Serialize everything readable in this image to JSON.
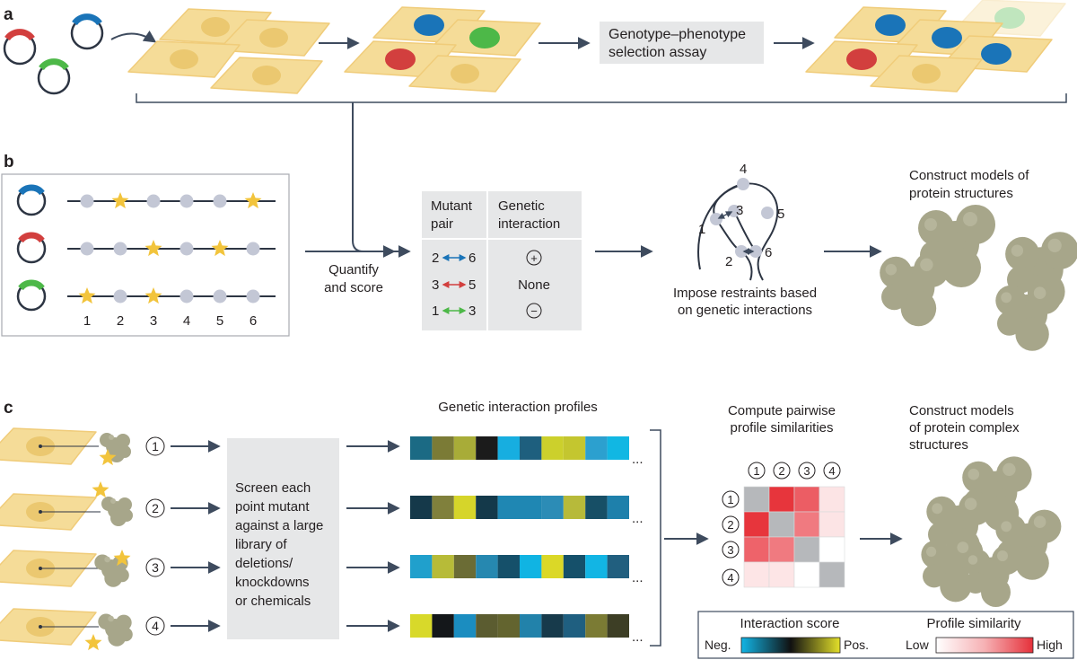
{
  "panels": {
    "a": {
      "label": "a",
      "assay": [
        "Genotype–phenotype",
        "selection assay"
      ]
    },
    "b": {
      "label": "b",
      "positions": [
        "1",
        "2",
        "3",
        "4",
        "5",
        "6"
      ],
      "quantify": [
        "Quantify",
        "and score"
      ],
      "table": {
        "header_col1": [
          "Mutant",
          "pair"
        ],
        "header_col2": [
          "Genetic",
          "interaction"
        ],
        "rows": [
          {
            "a": "2",
            "b": "6",
            "value": "+"
          },
          {
            "a": "3",
            "b": "5",
            "value": "None"
          },
          {
            "a": "1",
            "b": "3",
            "value": "−"
          }
        ]
      },
      "graph_nodes": [
        "4",
        "3",
        "5",
        "1",
        "6",
        "2"
      ],
      "restraints": [
        "Impose restraints based",
        "on genetic interactions"
      ],
      "models": [
        "Construct models of",
        "protein structures"
      ]
    },
    "c": {
      "label": "c",
      "mutant_ids": [
        "1",
        "2",
        "3",
        "4"
      ],
      "screen_text": [
        "Screen each",
        "point mutant",
        "against a large",
        "library of",
        "deletions/",
        "knockdowns",
        "or chemicals"
      ],
      "profiles_title": "Genetic interaction profiles",
      "ellipsis": "...",
      "pairwise": [
        "Compute pairwise",
        "profile similarities"
      ],
      "complex": [
        "Construct models",
        "of protein complex",
        "structures"
      ],
      "legend": {
        "interaction_title": "Interaction score",
        "neg": "Neg.",
        "pos": "Pos.",
        "similarity_title": "Profile similarity",
        "low": "Low",
        "high": "High"
      }
    }
  },
  "colors": {
    "cell_fill": "#f5dc98",
    "cell_nucleus": "#ebc870",
    "arrow": "#3e4b5e",
    "plasmid_blue": "#1a74b8",
    "plasmid_red": "#d23f3e",
    "plasmid_green": "#4db848",
    "bead": "#c3c7d5",
    "star": "#f2c43c",
    "protein": "#a7a68a",
    "box_grey": "#e6e7e8"
  },
  "profiles": [
    [
      "#1b6a84",
      "#7b7b36",
      "#a8ac38",
      "#1b1b1b",
      "#17aee0",
      "#1e5f7e",
      "#ccd02c",
      "#c4c62f",
      "#2ca0cf",
      "#11b7e3"
    ],
    [
      "#15394a",
      "#80803c",
      "#d6d52a",
      "#14394a",
      "#1f87b3",
      "#1f87b3",
      "#2c8cb6",
      "#b7ba3a",
      "#174f66",
      "#1e80ab"
    ],
    [
      "#20a0cc",
      "#b7bb38",
      "#6b6c35",
      "#2688b0",
      "#15506a",
      "#10b4e3",
      "#dbd827",
      "#15506a",
      "#12b5e4",
      "#215f7f"
    ],
    [
      "#d8d92a",
      "#14171a",
      "#1b8dc0",
      "#5b5c30",
      "#63642f",
      "#2282aa",
      "#173a4b",
      "#1f5f80",
      "#7b7b34",
      "#3d3e25"
    ]
  ],
  "similarity_matrix": [
    [
      "#b6b8bb",
      "#e7353c",
      "#ec5d64",
      "#fce4e5"
    ],
    [
      "#e7353c",
      "#b6b8bb",
      "#f07a80",
      "#fce4e5"
    ],
    [
      "#ee636a",
      "#f07a80",
      "#b6b8bb",
      "#ffffff"
    ],
    [
      "#fde5e6",
      "#fde5e6",
      "#ffffff",
      "#b6b8bb"
    ]
  ]
}
